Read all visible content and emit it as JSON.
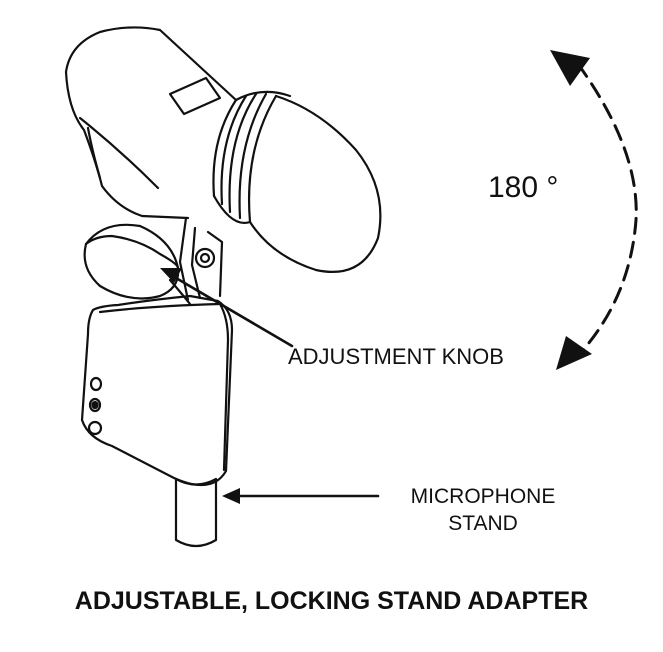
{
  "labels": {
    "rotation": "180 °",
    "adjustment_knob": "ADJUSTMENT KNOB",
    "microphone_stand_line1": "MICROPHONE",
    "microphone_stand_line2": "STAND"
  },
  "caption": "ADJUSTABLE, LOCKING STAND ADAPTER",
  "colors": {
    "ink": "#111111",
    "background": "#ffffff"
  }
}
